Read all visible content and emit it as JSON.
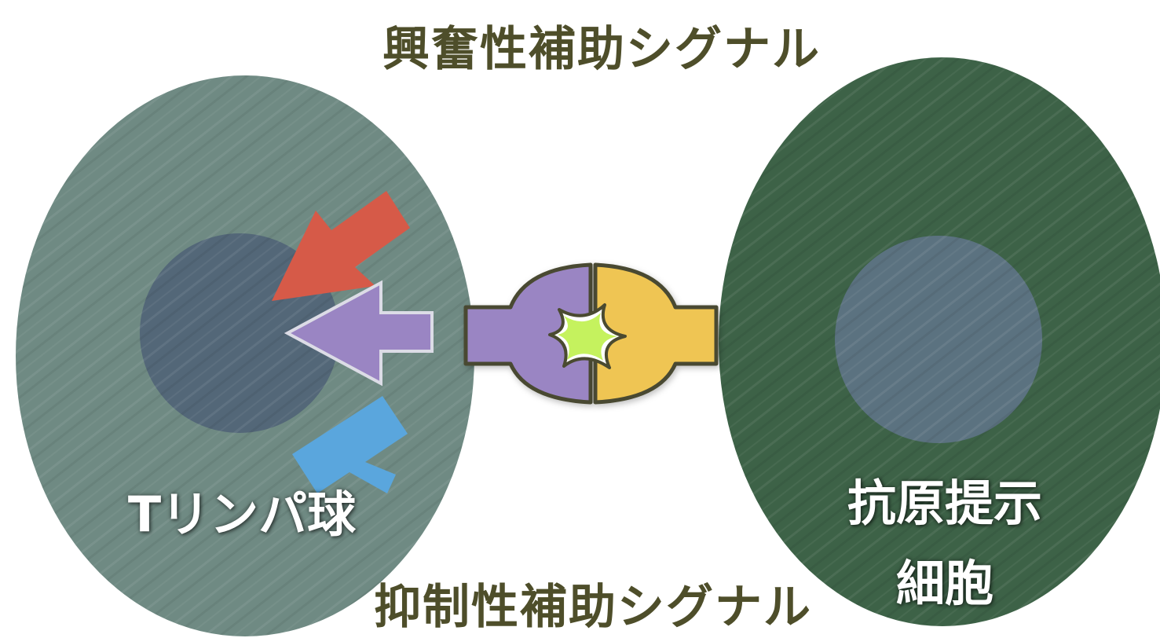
{
  "labels": {
    "top_signal": "興奮性補助シグナル",
    "bottom_signal": "抑制性補助シグナル",
    "t_cell": "Tリンパ球",
    "apc_line1": "抗原提示",
    "apc_line2": "細胞"
  },
  "colors": {
    "t_cell_body": "#6f8a83",
    "t_cell_nucleus": "#536778",
    "apc_body": "#3d6247",
    "apc_nucleus": "#5b7280",
    "receptor_purple": "#9a85c3",
    "ligand_yellow": "#efc552",
    "antigen_star": "#c5f25e",
    "arrow_red": "#d65a48",
    "arrow_purple": "#9a85c3",
    "arrow_blue": "#5aa6dd",
    "outline": "#4a4a30"
  },
  "icons": [
    "stimulatory-arrow-icon",
    "co-stimulatory-arrow-icon",
    "inhibitory-t-bar-icon",
    "antigen-star-icon"
  ]
}
